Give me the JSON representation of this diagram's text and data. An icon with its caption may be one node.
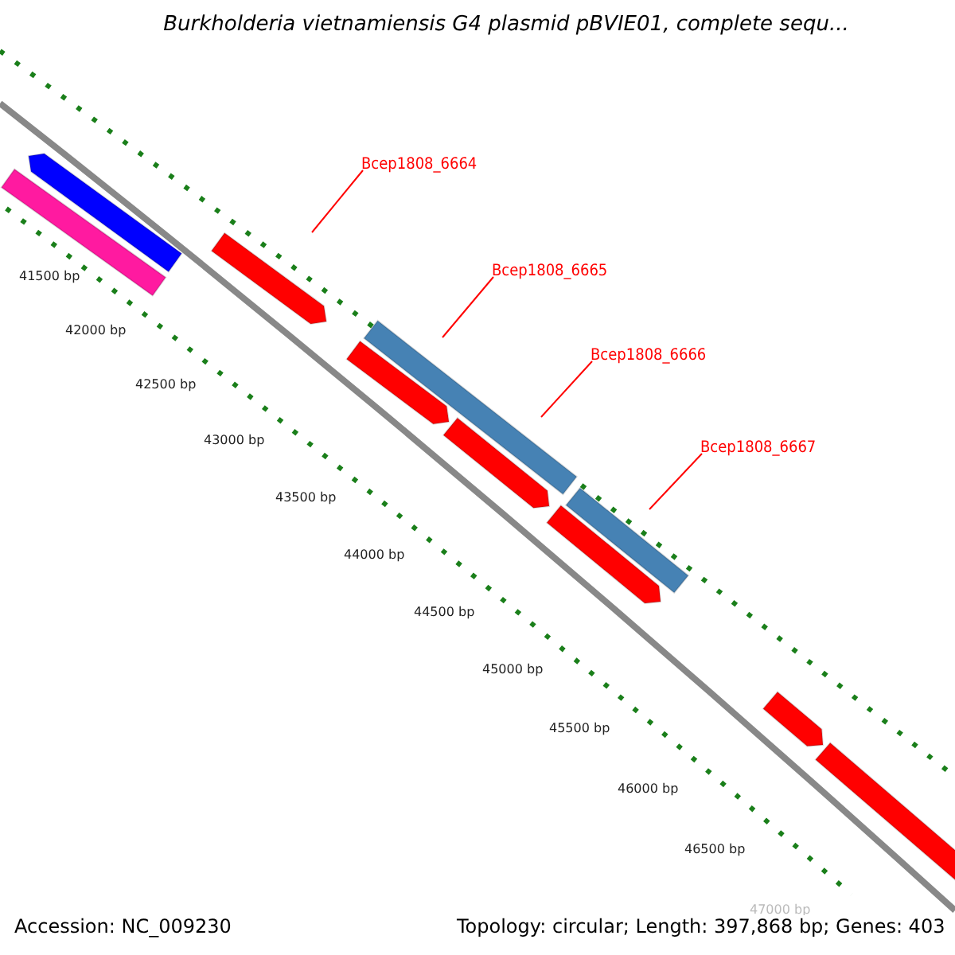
{
  "diagram": {
    "title": "Burkholderia vietnamiensis G4 plasmid pBVIE01, complete sequ...",
    "nodes": [
      {
        "text": [
          "Bcep1808_6664"
        ]
      },
      {
        "text": [
          "Bcep1808_6665"
        ]
      },
      {
        "text": [
          "Bcep1808_6666"
        ]
      },
      {
        "text": [
          "Bcep1808_6667"
        ]
      }
    ],
    "edges": [
      {
        "from": 0,
        "to": null,
        "arrow": "none"
      },
      {
        "from": 1,
        "to": null,
        "arrow": "none"
      },
      {
        "from": 2,
        "to": null,
        "arrow": "none"
      },
      {
        "from": 3,
        "to": null,
        "arrow": "none"
      }
    ],
    "labels": [
      "41500 bp",
      "42000 bp",
      "42500 bp",
      "43000 bp",
      "43500 bp",
      "44000 bp",
      "44500 bp",
      "45000 bp",
      "45500 bp",
      "46000 bp",
      "46500 bp",
      "47000 bp",
      "Accession: NC_009230",
      "Topology: circular; Length: 397,868 bp; Genes: 403"
    ]
  }
}
